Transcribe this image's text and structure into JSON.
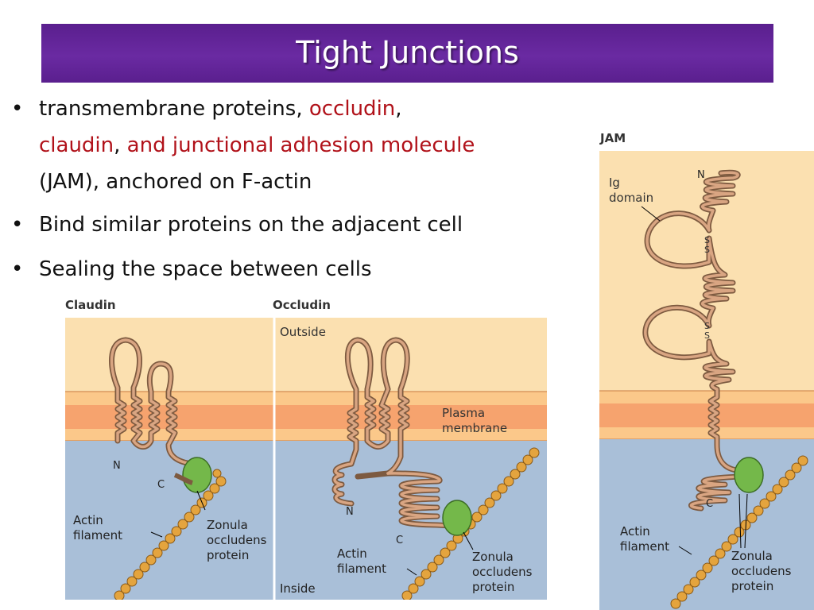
{
  "slide": {
    "title": "Tight Junctions",
    "bullets": {
      "b1": {
        "p1": "transmembrane proteins, ",
        "p2": "occludin",
        "p3": ",",
        "p4": "claudin",
        "p5": ", ",
        "p6": "and junctional adhesion molecule",
        "p7": "(JAM), anchored on F-actin"
      },
      "b2": "Bind similar proteins on the adjacent cell",
      "b3": "Sealing the space between cells"
    }
  },
  "figure": {
    "claudin": {
      "heading": "Claudin",
      "n": "N",
      "c": "C",
      "actin": "Actin filament",
      "zo": [
        "Zonula",
        "occludens",
        "protein"
      ]
    },
    "occludin": {
      "heading": "Occludin",
      "outside": "Outside",
      "plasma": [
        "Plasma",
        "membrane"
      ],
      "n": "N",
      "c": "C",
      "actin": "Actin filament",
      "zo": [
        "Zonula",
        "occludens",
        "protein"
      ],
      "inside": "Inside"
    },
    "jam": {
      "heading": "JAM",
      "ig": [
        "Ig",
        "domain"
      ],
      "n": "N",
      "ss": "S",
      "c": "C",
      "actin": "Actin filament",
      "zo": [
        "Zonula",
        "occludens",
        "protein"
      ]
    },
    "colors": {
      "outside": "#fbe0b0",
      "membrane_band": "#f6a36e",
      "inside": "#a9bfd8",
      "protein": "#c9926a",
      "zo_protein": "#74b84a",
      "actin": "#e4a43e",
      "title_bar": "#6a2aa2",
      "highlight": "#b1121a"
    }
  }
}
